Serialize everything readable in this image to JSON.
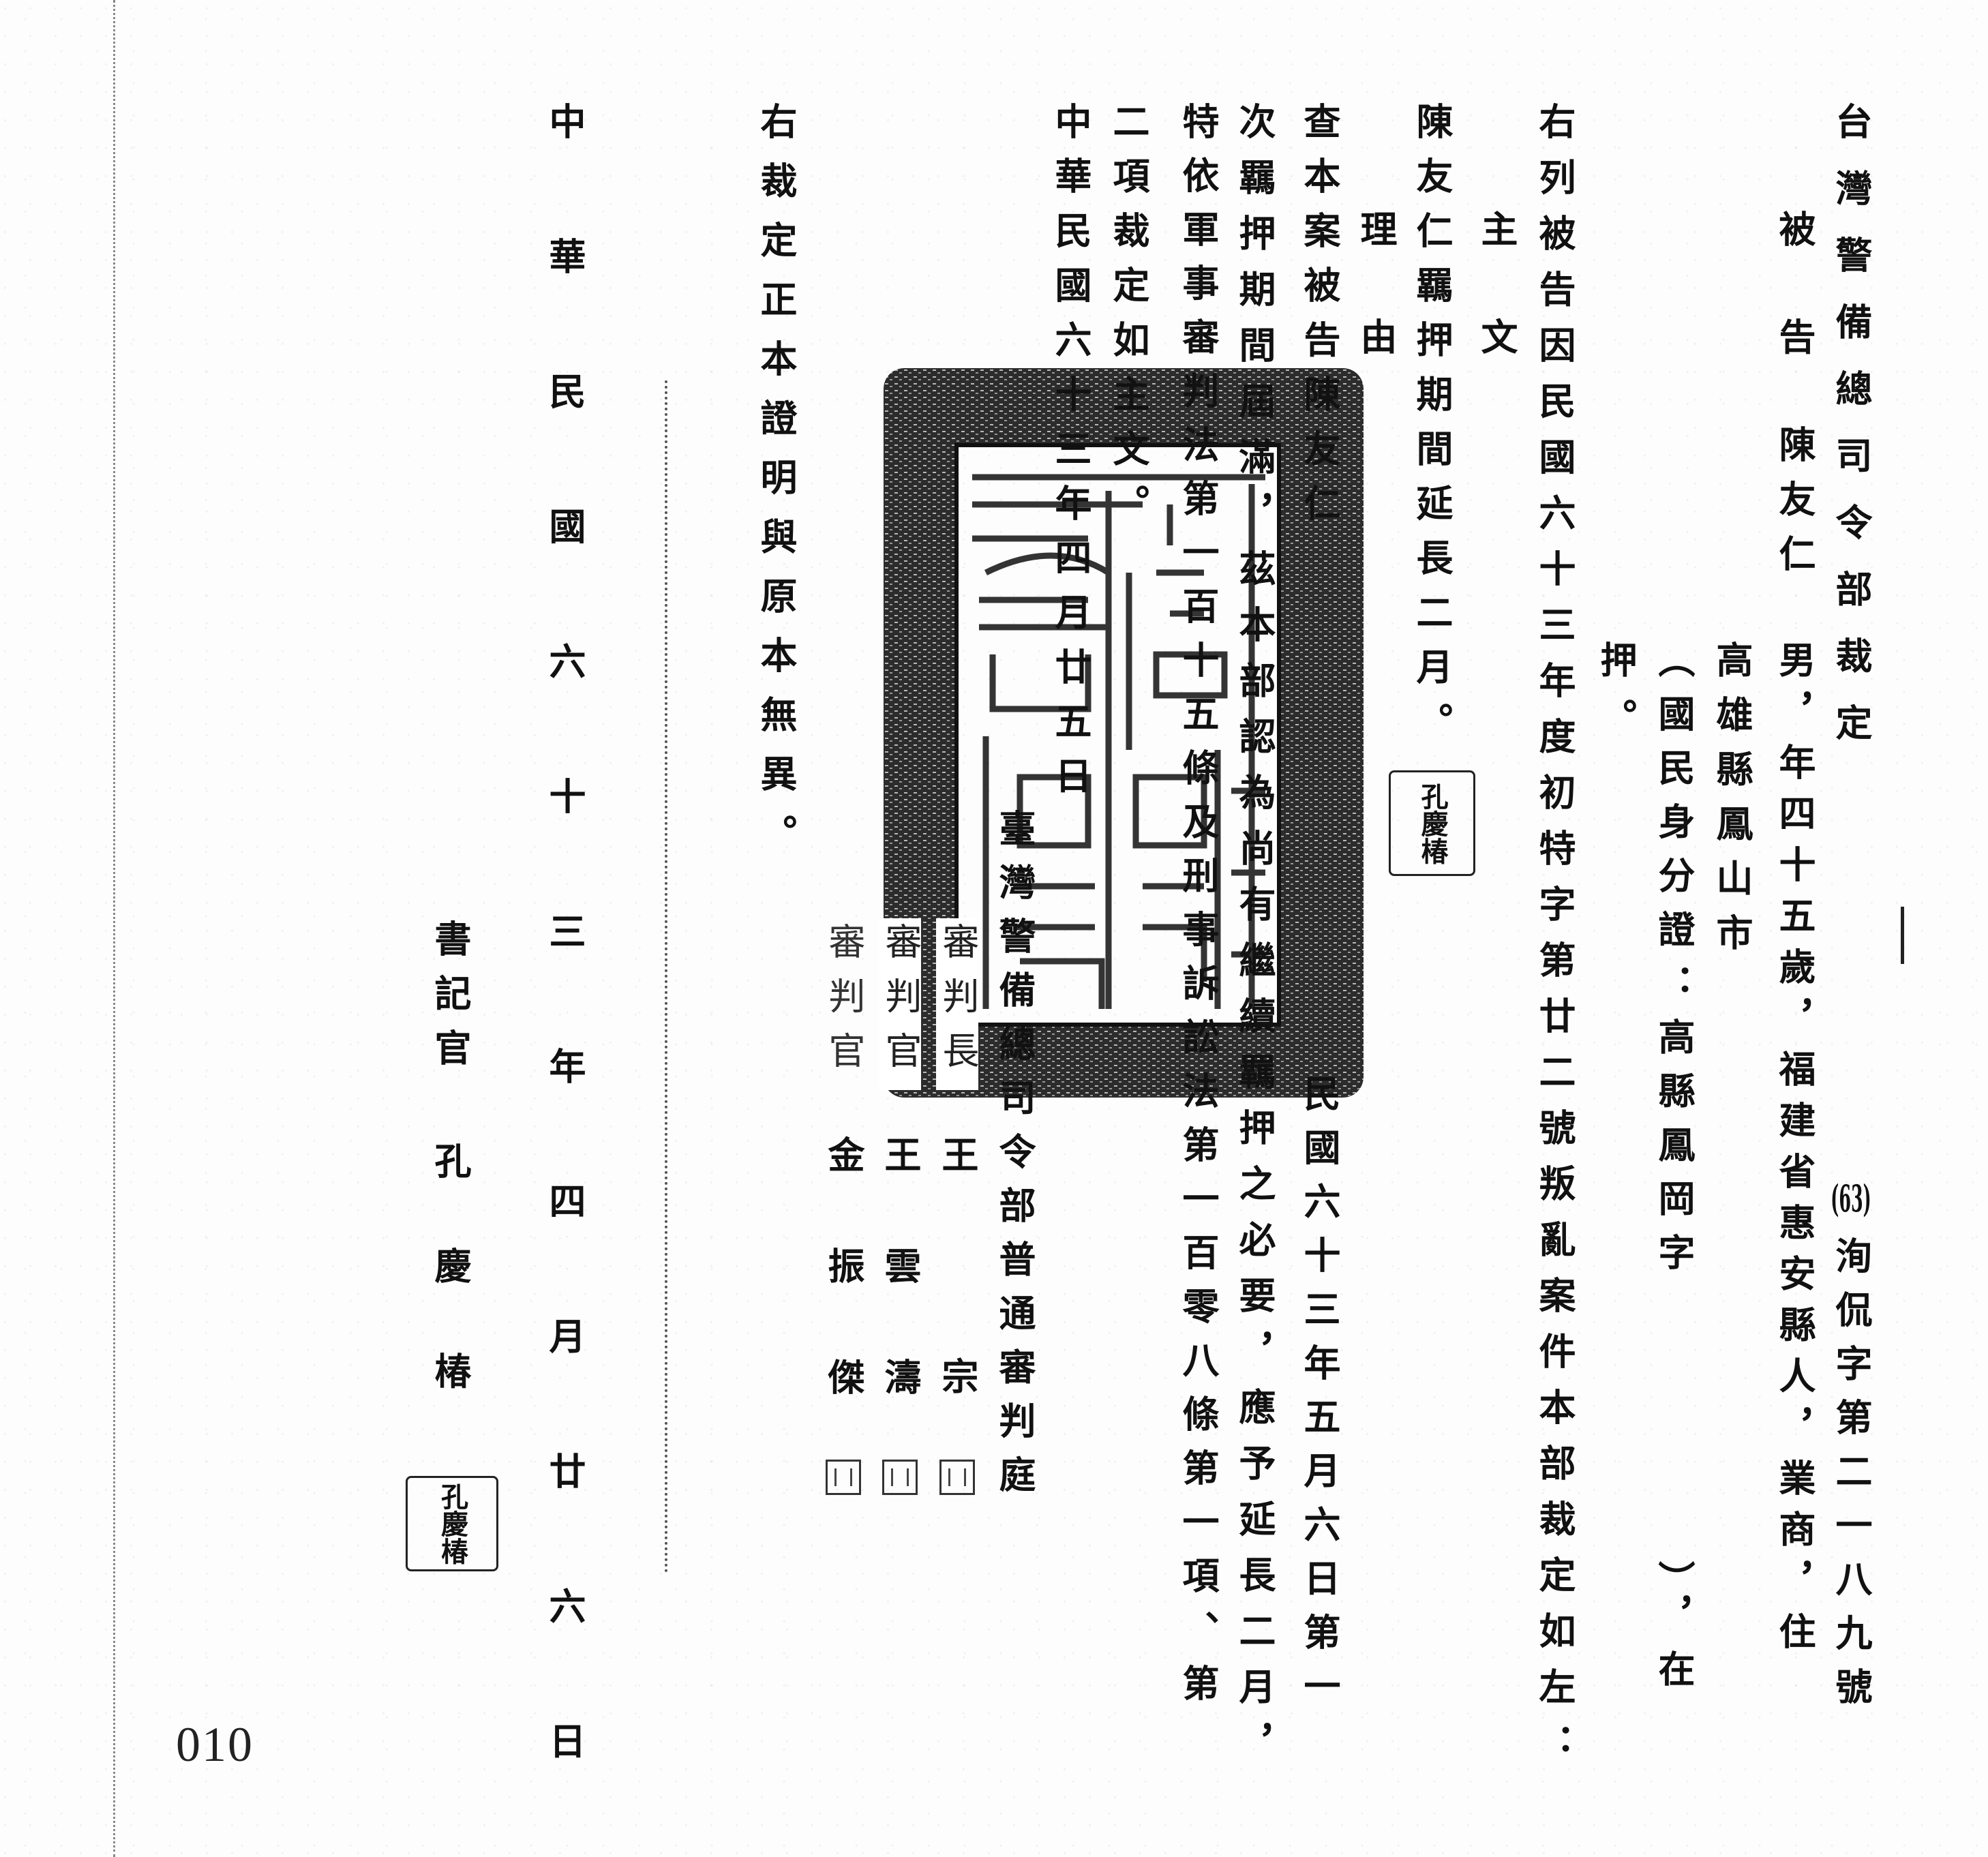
{
  "header": {
    "title": "台灣警備總司令部裁定",
    "case_prefix": "(63)",
    "case_no": "洵侃字第二一八九號"
  },
  "defendant": {
    "label": "被告",
    "name": "陳友仁",
    "details": "男，年四十五歲，福建省惠安縣人，業商，住",
    "address": "高雄縣鳳山市",
    "id_card": "（國民身分證：高縣鳳岡字",
    "id_card_end": "），在",
    "status": "押。"
  },
  "body": {
    "intro": "右列被告因民國六十三年度初特字第廿二號叛亂案件本部裁定如左：",
    "main_heading": "主文",
    "main_text": "陳友仁羈押期間延長二月。",
    "reason_heading": "理由",
    "reason_1a": "查本案被告陳友仁",
    "reason_1b": "民國六十三年五月六日第一",
    "reason_2": "次羈押期間屆滿，茲本部認為尚有繼續羈押之必要，應予延長二月，",
    "reason_3": "特依軍事審判法第一百十五條及刑事訴訟法第一百零八條第一項、第",
    "reason_4": "二項裁定如主文。",
    "date": "中華民國六十三年四月廿五日"
  },
  "court": {
    "name": "臺灣警備總司令部普通審判庭",
    "judges": [
      {
        "title": "審判長",
        "name": "王宗"
      },
      {
        "title": "審判官",
        "name": "王雲濤"
      },
      {
        "title": "審判官",
        "name": "金振傑"
      }
    ]
  },
  "certification": {
    "text": "右裁定正本證明與原本無異。",
    "date": "中華民國六十三年四月廿六日",
    "clerk_title": "書記官",
    "clerk_name": "孔慶椿",
    "clerk_seal": "孔慶椿"
  },
  "page_number": "010"
}
